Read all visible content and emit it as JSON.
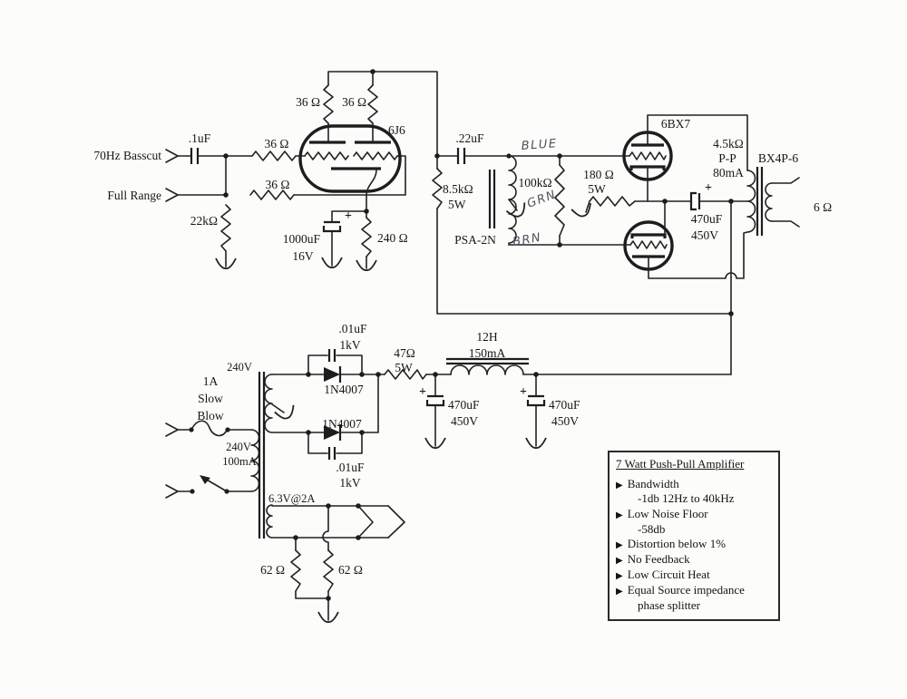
{
  "labels": {
    "input_basscut": "70Hz Basscut",
    "input_fullrange": "Full Range",
    "cap_input": ".1uF",
    "res_input_shunt": "22kΩ",
    "res_grid_top": "36 Ω",
    "res_grid_bottom": "36 Ω",
    "res_plate_left": "36 Ω",
    "res_plate_right": "36 Ω",
    "tube_driver": "6J6",
    "cap_cathode": "1000uF",
    "cap_cathode_v": "16V",
    "res_cathode": "240 Ω",
    "cap_coupling": ".22uF",
    "res_dropper": "8.5kΩ",
    "res_dropper_w": "5W",
    "splitter_name": "PSA-2N",
    "res_splitter": "100kΩ",
    "wire_blue": "BLUE",
    "wire_grn": "GRN",
    "wire_brn": "BRN",
    "res_bias": "180 Ω",
    "res_bias_w": "5W",
    "tube_output": "6BX7",
    "opt_impedance": "4.5kΩ",
    "opt_pp": "P-P",
    "opt_current": "80mA",
    "opt_name": "BX4P-6",
    "opt_load": "6 Ω",
    "cap_ultrapath": "470uF",
    "cap_ultrapath_v": "450V",
    "fuse_line1": "1A",
    "fuse_line2": "Slow",
    "fuse_line3": "Blow",
    "hv_top_v": "240V",
    "hv_bot_v": "240V",
    "hv_bot_i": "100mA",
    "diode_top": "1N4007",
    "diode_bottom": "1N4007",
    "snub_top": ".01uF",
    "snub_top_v": "1kV",
    "snub_bottom": ".01uF",
    "snub_bottom_v": "1kV",
    "res_filter": "47Ω",
    "res_filter_w": "5W",
    "choke_l": "12H",
    "choke_i": "150mA",
    "cap_filter1": "470uF",
    "cap_filter1_v": "450V",
    "cap_filter2": "470uF",
    "cap_filter2_v": "450V",
    "heater_winding": "6.3V@2A",
    "res_hum_left": "62 Ω",
    "res_hum_right": "62 Ω",
    "plus": "+"
  },
  "info_box": {
    "bullet": "▶",
    "title": "7 Watt Push-Pull Amplifier",
    "items": [
      {
        "label": "Bandwidth",
        "detail": "-1db 12Hz to 40kHz"
      },
      {
        "label": "Low Noise Floor",
        "detail": "-58db"
      },
      {
        "label": "Distortion below 1%",
        "detail": ""
      },
      {
        "label": "No Feedback",
        "detail": ""
      },
      {
        "label": "Low Circuit Heat",
        "detail": ""
      },
      {
        "label": "Equal Source impedance",
        "detail": "phase splitter"
      }
    ]
  },
  "colors": {
    "ink": "#1d1d1d",
    "paper": "#fcfcfa",
    "pencil": "#50515b"
  }
}
